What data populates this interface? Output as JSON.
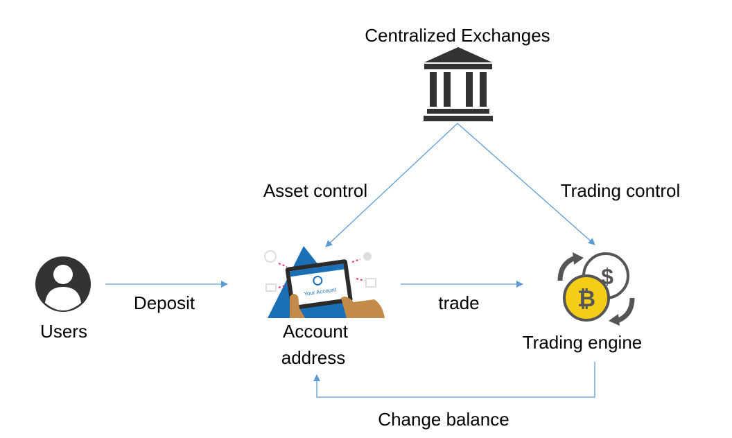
{
  "title": "Centralized Exchanges",
  "nodes": {
    "users": "Users",
    "account_line1": "Account",
    "account_line2": "address",
    "trading_engine": "Trading engine",
    "account_illustration_text": "Your Account"
  },
  "edges": {
    "asset_control": "Asset control",
    "trading_control": "Trading control",
    "deposit": "Deposit",
    "trade": "trade",
    "change_balance": "Change balance"
  },
  "icons": [
    "bank-icon",
    "user-icon",
    "account-tablet-icon",
    "bitcoin-dollar-exchange-icon"
  ],
  "colors": {
    "arrow": "#5b9bd5",
    "icon_dark": "#404040",
    "bitcoin": "#f5cc18",
    "triangle": "#1a6fb5"
  }
}
